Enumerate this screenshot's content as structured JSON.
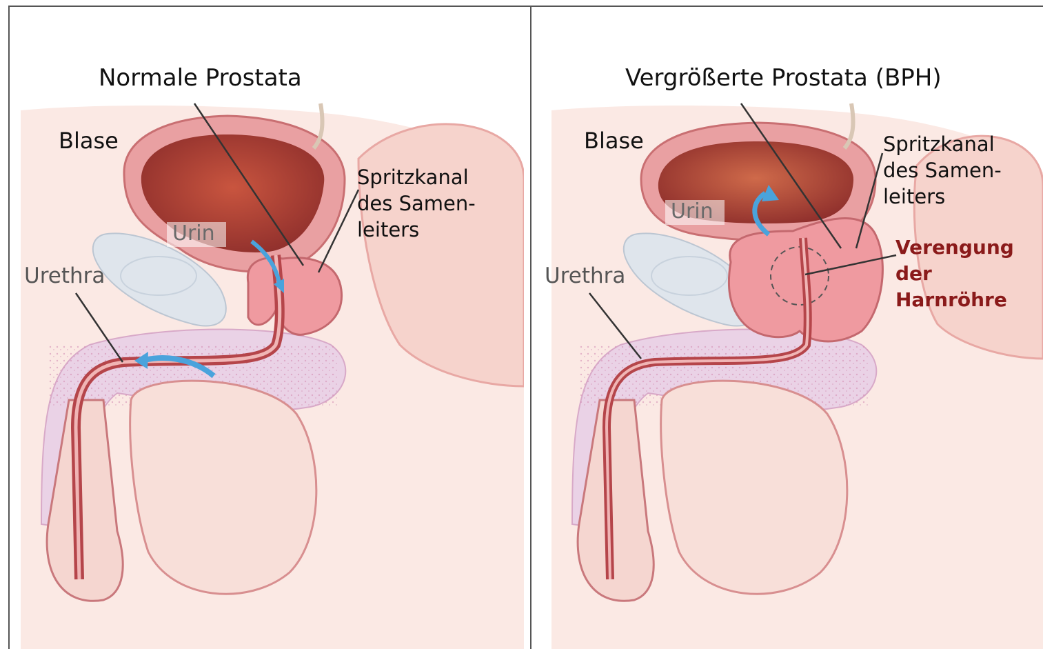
{
  "panels": {
    "left": {
      "title": "Normale Prostata",
      "labels": {
        "bladder": "Blase",
        "urine": "Urin",
        "urethra": "Urethra",
        "ejaculatory_duct": "Spritzkanal\ndes Samen-\nleiters"
      }
    },
    "right": {
      "title": "Vergrößerte Prostata (BPH)",
      "labels": {
        "bladder": "Blase",
        "urine": "Urin",
        "urethra": "Urethra",
        "ejaculatory_duct": "Spritzkanal\ndes Samen-\nleiters",
        "narrowing": "Verengung\nder\nHarnröhre"
      }
    }
  },
  "colors": {
    "skin": "#f7dcd6",
    "tissue": "#f3c8c6",
    "bladder_wall": "#e9a0a2",
    "bladder_inner": "#b3392f",
    "prostata": "#ef9aa0",
    "urethra": "#b5454a",
    "spine": "#e6cde6",
    "pubic_bone": "#dfe5ec",
    "flow_arrow": "#4aa3dc",
    "pointer": "#333333",
    "narrowing_label": "#8a1a1a"
  },
  "icons": [
    "flow-arrow-icon"
  ]
}
